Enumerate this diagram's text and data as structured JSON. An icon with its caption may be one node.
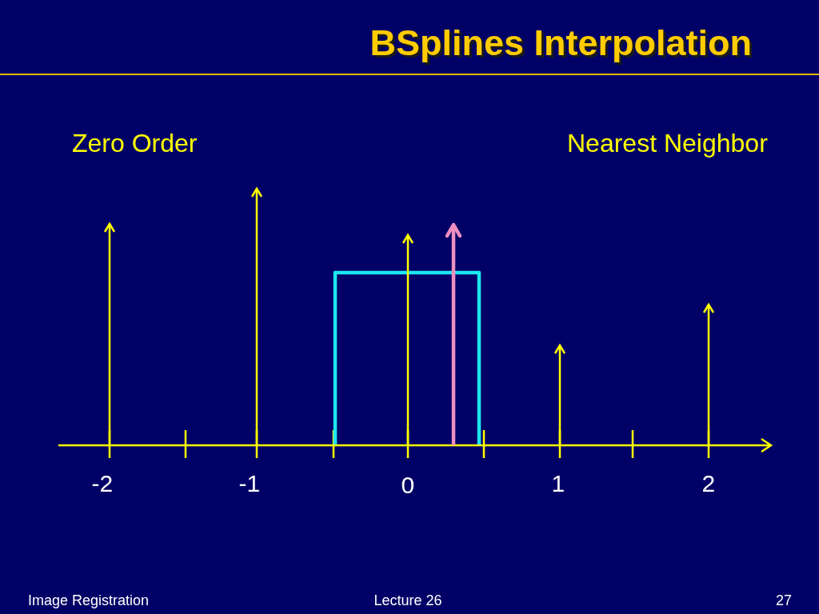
{
  "diagram": {
    "title": "BSplines Interpolation",
    "labels": [
      "Zero Order",
      "Nearest Neighbor",
      "-2",
      "-1",
      "0",
      "1",
      "2",
      "Image Registration",
      "Lecture 26",
      "27"
    ]
  }
}
